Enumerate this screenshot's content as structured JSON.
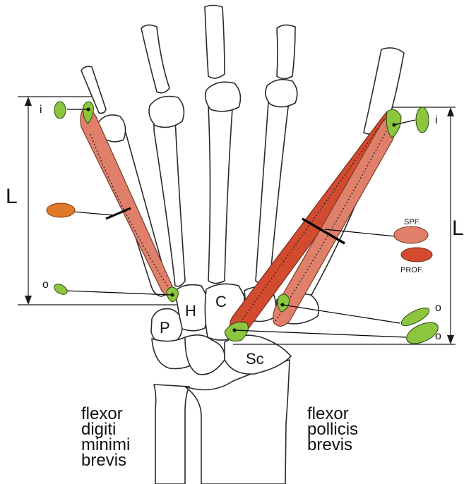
{
  "labels": {
    "insertion": "i",
    "origin": "o",
    "length": "L",
    "superficial": "SPF.",
    "profundus": "PROF."
  },
  "bones": {
    "pisiform": "P",
    "hamate": "H",
    "capitate": "C",
    "scaphoid": "Sc"
  },
  "captions": {
    "left": [
      "flexor",
      "digiti",
      "minimi",
      "brevis"
    ],
    "right": [
      "flexor",
      "pollicis",
      "brevis"
    ]
  },
  "colors": {
    "origin_insertion_green": "#8cc63f",
    "dm_muscle": "#e0806a",
    "pollicis_superficial": "#e0806a",
    "pollicis_profundus": "#d24b2e",
    "cross_section_left": "#e07a2a"
  }
}
